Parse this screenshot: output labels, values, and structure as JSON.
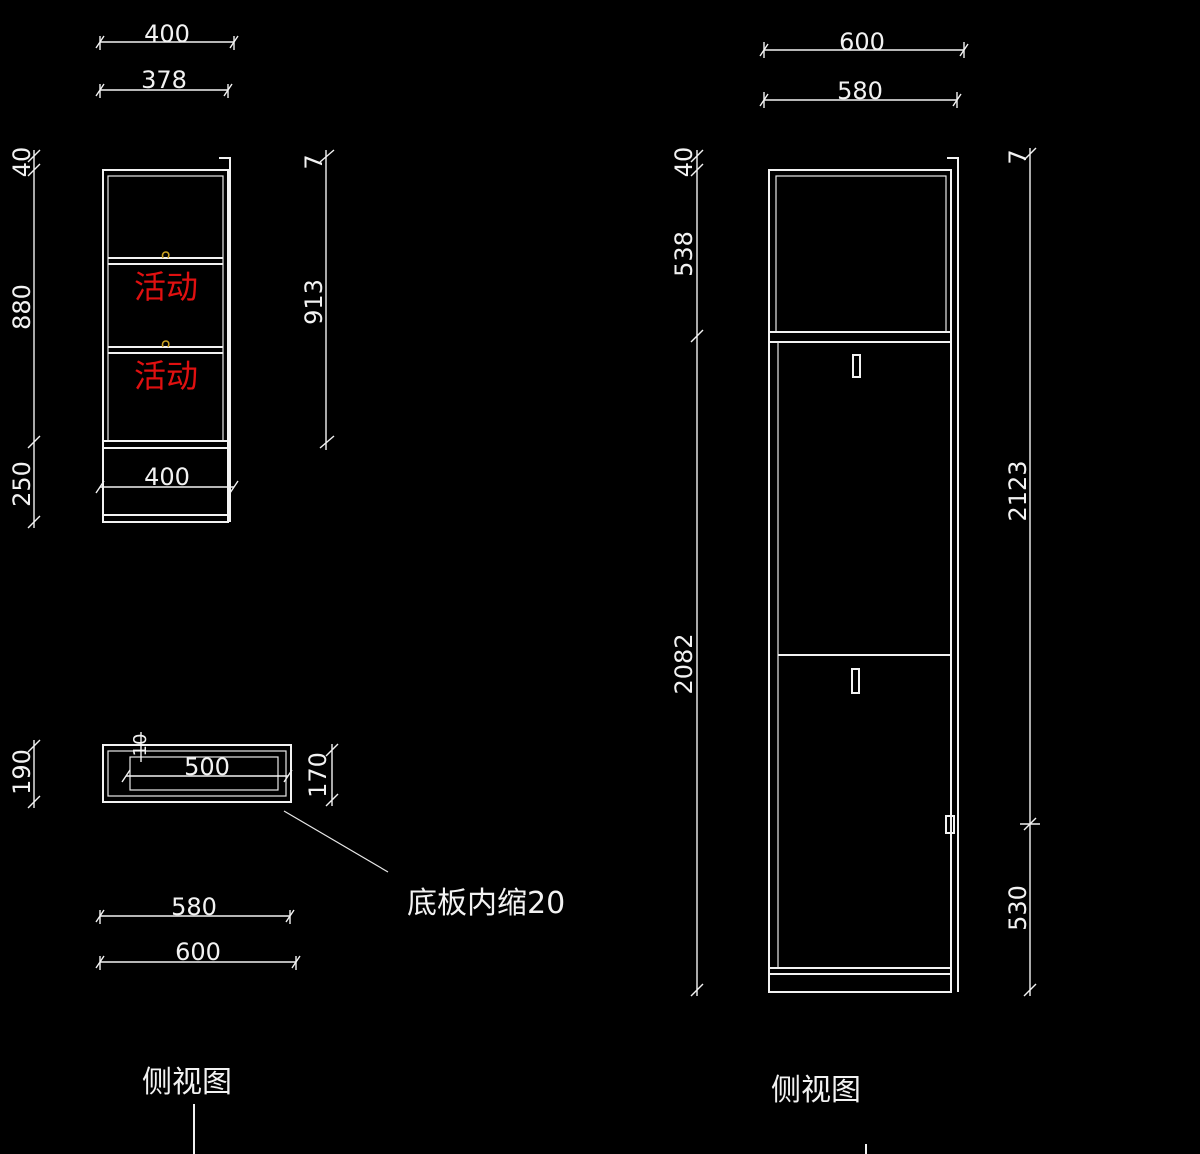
{
  "colors": {
    "background": "#000000",
    "line": "#f2f2f2",
    "accent_text": "#e01010",
    "hook": "#c8a020"
  },
  "left_view": {
    "dims_top": [
      "400",
      "378"
    ],
    "dims_left": [
      "40",
      "880",
      "250"
    ],
    "dim_right": "913",
    "drawer_width": "400",
    "shelf_labels": [
      "活动",
      "活动"
    ],
    "title": "侧视图"
  },
  "drawer_detail": {
    "dim_left": "190",
    "dim_right": "170",
    "dim_inner_small": "10",
    "dim_inner": "500",
    "dims_bottom": [
      "580",
      "600"
    ],
    "note": "底板内缩20"
  },
  "right_view": {
    "dims_top": [
      "600",
      "580"
    ],
    "dims_left": [
      "40",
      "538",
      "2082"
    ],
    "dims_right": [
      "7",
      "2123",
      "530"
    ],
    "title": "侧视图"
  }
}
